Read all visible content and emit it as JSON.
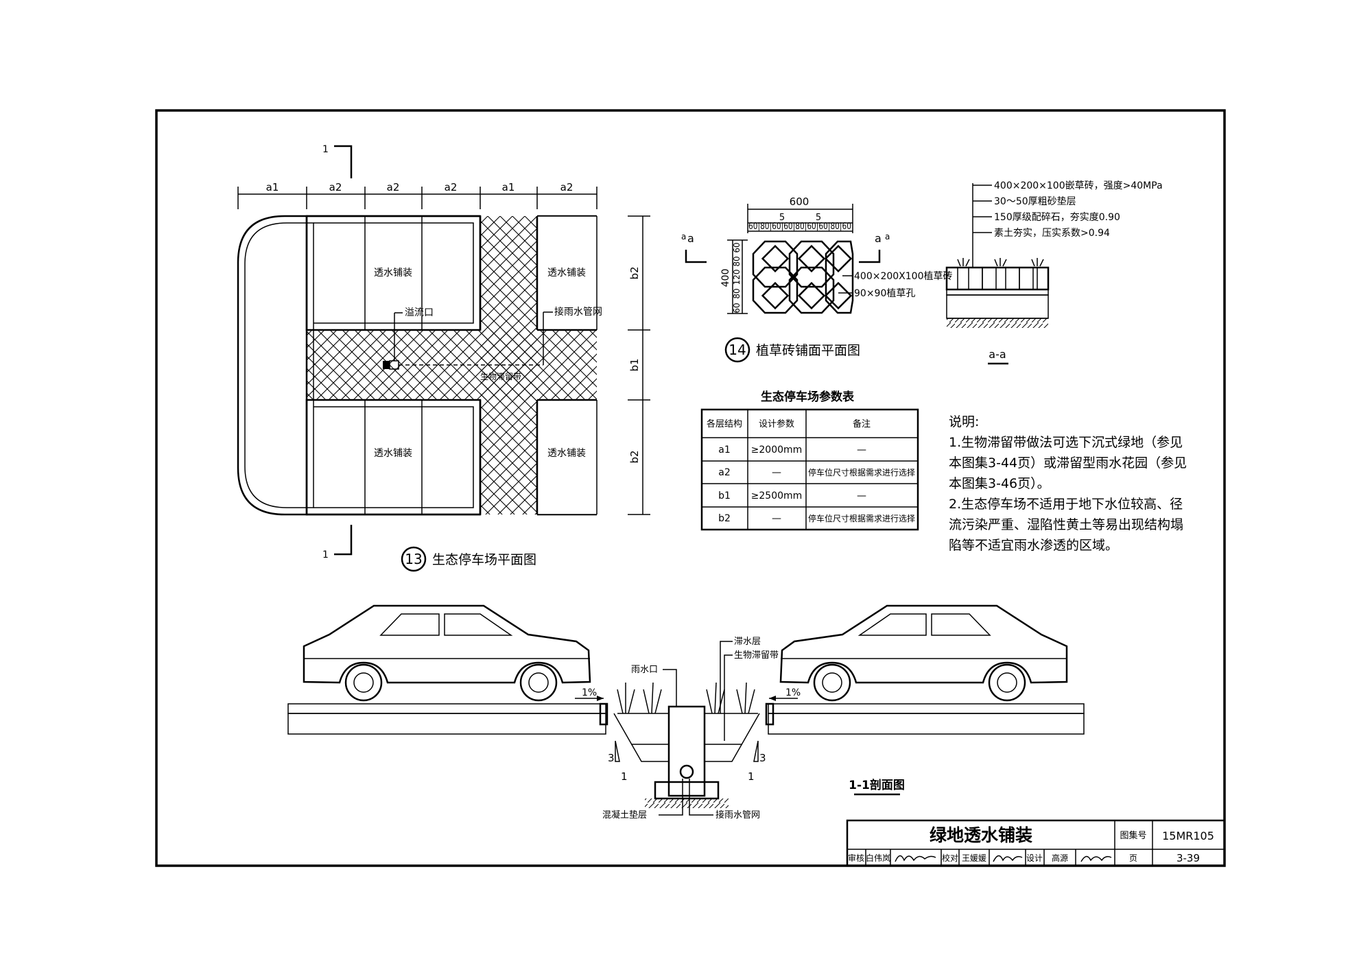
{
  "plan": {
    "dim_top": [
      "a1",
      "a2",
      "a2",
      "a2",
      "a1",
      "a2"
    ],
    "dim_right": [
      "b2",
      "b1",
      "b2"
    ],
    "paving_labels": [
      "透水铺装",
      "透水铺装",
      "透水铺装",
      "透水铺装"
    ],
    "overflow_label": "溢流口",
    "pipe_label": "接雨水管网",
    "strip_label": "生物滞留带",
    "section_marks": [
      "1",
      "1"
    ],
    "title_num": "13",
    "title": "生态停车场平面图"
  },
  "brick_plan": {
    "width": "600",
    "sub_dims": [
      "5",
      "5"
    ],
    "seg_dims": "60|80|60|60|80|60|60|80|60",
    "height": "400",
    "vert_dims": [
      "60",
      "80",
      "120",
      "80",
      "60"
    ],
    "cut_mark": "a",
    "cut_label_left": "a",
    "cut_label_right": "a",
    "label_brick": "400×200X100植草砖",
    "label_hole": "90×90植草孔",
    "title_num": "14",
    "title": "植草砖铺面平面图"
  },
  "section_aa": {
    "layers": [
      "400×200×100嵌草砖，强度>40MPa",
      "30～50厚粗砂垫层",
      "150厚级配碎石，夯实度0.90",
      "素土夯实，压实系数>0.94"
    ],
    "title": "a-a"
  },
  "param_table": {
    "title": "生态停车场参数表",
    "headers": [
      "各层结构",
      "设计参数",
      "备注"
    ],
    "rows": [
      [
        "a1",
        "≥2000mm",
        "—"
      ],
      [
        "a2",
        "—",
        "停车位尺寸根据需求进行选择"
      ],
      [
        "b1",
        "≥2500mm",
        "—"
      ],
      [
        "b2",
        "—",
        "停车位尺寸根据需求进行选择"
      ]
    ]
  },
  "notes": {
    "heading": "说明:",
    "lines": [
      "1.生物滞留带做法可选下沉式绿地（参见",
      "本图集3-44页）或滞留型雨水花园（参见",
      "本图集3-46页）。",
      "2.生态停车场不适用于地下水位较高、径",
      "流污染严重、湿陷性黄土等易出现结构塌",
      "陷等不适宜雨水渗透的区域。"
    ]
  },
  "section_11": {
    "slope_left": "1%",
    "slope_right": "1%",
    "inlet": "雨水口",
    "layer_top": "滞水层",
    "layer_strip": "生物滞留带",
    "slope_ratio_left": [
      "3",
      "1"
    ],
    "slope_ratio_right": [
      "3",
      "1"
    ],
    "concrete": "混凝土垫层",
    "pipe": "接雨水管网",
    "title": "1-1剖面图"
  },
  "title_block": {
    "title": "绿地透水铺装",
    "atlas_label": "图集号",
    "atlas_no": "15MR105",
    "review": "审核",
    "reviewer": "白伟岚",
    "check": "校对",
    "checker": "王媛媛",
    "design": "设计",
    "designer": "高源",
    "page_label": "页",
    "page_no": "3-39"
  }
}
